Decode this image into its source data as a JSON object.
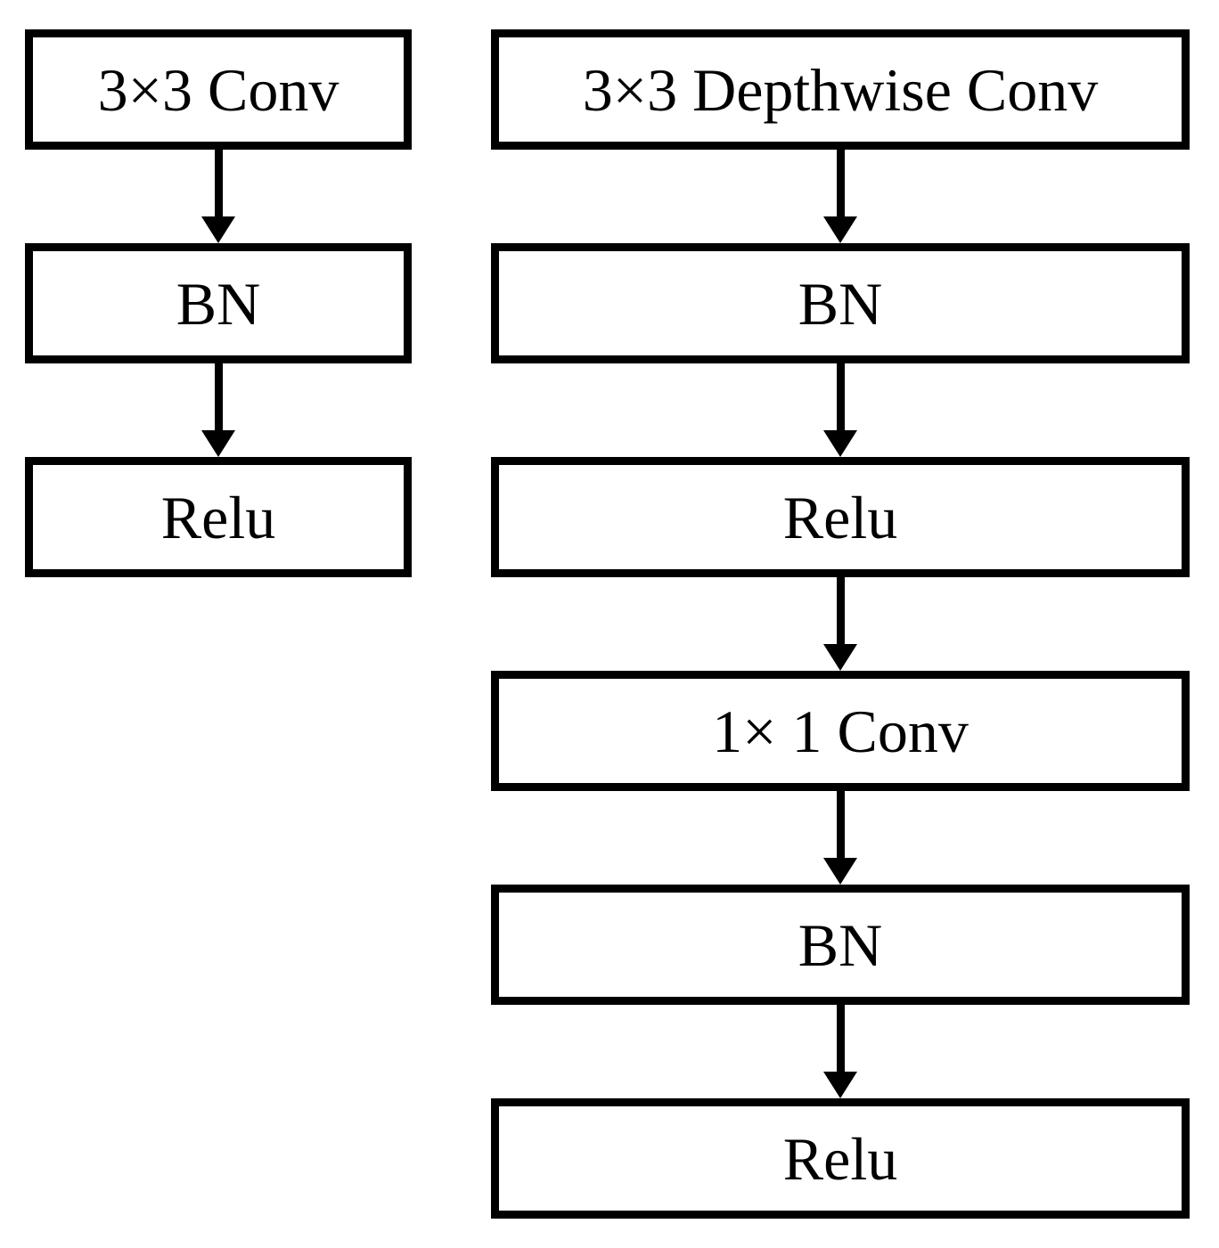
{
  "diagram": {
    "columns": [
      {
        "nodes": [
          {
            "label": "3×3 Conv"
          },
          {
            "label": "BN"
          },
          {
            "label": "Relu"
          }
        ]
      },
      {
        "nodes": [
          {
            "label": "3×3 Depthwise Conv"
          },
          {
            "label": "BN"
          },
          {
            "label": "Relu"
          },
          {
            "label": "1× 1 Conv"
          },
          {
            "label": "BN"
          },
          {
            "label": "Relu"
          }
        ]
      }
    ],
    "colors": {
      "background": "#ffffff",
      "box_fill": "#ffffff",
      "box_border": "#000000",
      "arrow": "#000000",
      "text": "#000000"
    }
  }
}
